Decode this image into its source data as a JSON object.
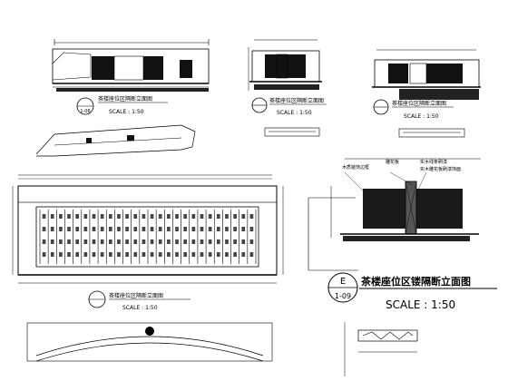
{
  "sheet": {
    "main_title": "茶楼座位区镂隔断立面图",
    "main_scale": "SCALE : 1:50",
    "callout_letter": "E",
    "callout_sheet": "1-09"
  },
  "details": {
    "top_left_sheet": "1-06",
    "top_left_scale": "SCALE : 1:50",
    "top_left_caption": "茶楼座位区隔断立面图",
    "top_mid_caption": "茶楼座位区隔断立面图",
    "top_mid_scale": "SCALE : 1:50",
    "top_right_caption": "茶楼座位区隔断立面图",
    "top_right_scale": "SCALE : 1:50",
    "large_caption": "茶楼座位区隔断立面图",
    "large_scale": "SCALE : 1:50"
  },
  "annotations": [
    "木质装饰边框",
    "雕花板",
    "实木线条刷漆",
    "实木雕花板刷漆饰面"
  ],
  "colors": {
    "ink": "#000000",
    "paper": "#ffffff",
    "hatch": "#1a1a1a"
  }
}
